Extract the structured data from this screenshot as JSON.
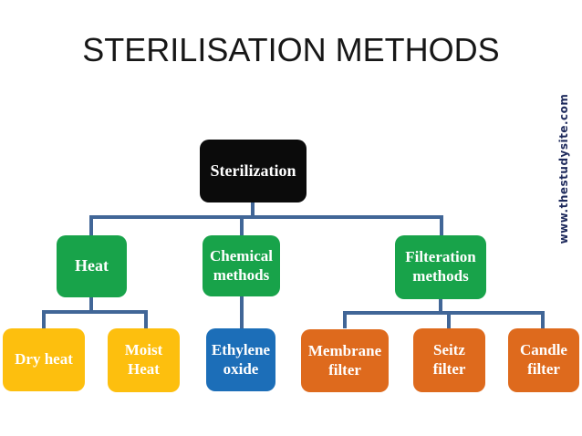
{
  "title": "STERILISATION METHODS",
  "watermark": "www.thestudysite.com",
  "colors": {
    "black": "#0b0b0b",
    "green": "#18a34a",
    "amber": "#fdbf0e",
    "blue": "#1c6eb8",
    "orange": "#de6a1d",
    "line": "#416697",
    "title-color": "#171717",
    "watermark-color": "#1e2a5c"
  },
  "nodes": {
    "sterilization": {
      "label": "Sterilization",
      "color": "#0b0b0b"
    },
    "heat": {
      "label": "Heat",
      "color": "#18a34a"
    },
    "chemical": {
      "label": "Chemical methods",
      "color": "#18a34a"
    },
    "filteration": {
      "label": "Filteration methods",
      "color": "#18a34a"
    },
    "dry_heat": {
      "label": "Dry heat",
      "color": "#fdbf0e"
    },
    "moist_heat": {
      "label": "Moist Heat",
      "color": "#fdbf0e"
    },
    "ethylene": {
      "label": "Ethylene oxide",
      "color": "#1c6eb8"
    },
    "membrane": {
      "label": "Membrane filter",
      "color": "#de6a1d"
    },
    "seitz": {
      "label": "Seitz filter",
      "color": "#de6a1d"
    },
    "candle": {
      "label": "Candle filter",
      "color": "#de6a1d"
    }
  },
  "hierarchy": {
    "root": "Sterilization",
    "children": [
      {
        "label": "Heat",
        "children": [
          "Dry heat",
          "Moist Heat"
        ]
      },
      {
        "label": "Chemical methods",
        "children": [
          "Ethylene oxide"
        ]
      },
      {
        "label": "Filteration methods",
        "children": [
          "Membrane filter",
          "Seitz filter",
          "Candle filter"
        ]
      }
    ]
  }
}
